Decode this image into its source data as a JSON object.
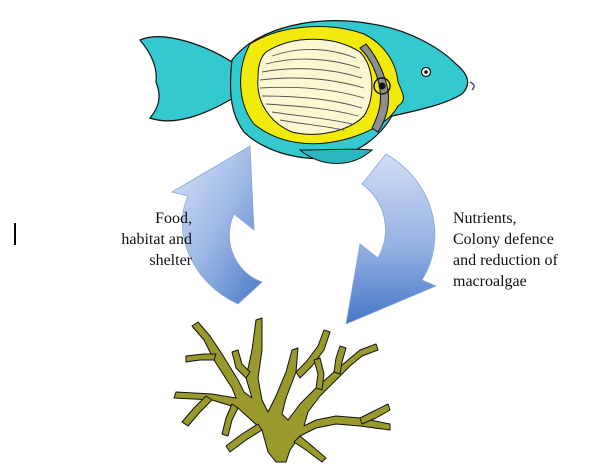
{
  "left_label": {
    "lines": [
      "Food,",
      "habitat and",
      "shelter"
    ]
  },
  "right_label": {
    "lines": [
      "Nutrients,",
      "Colony defence",
      "and reduction of",
      "macroalgae"
    ]
  },
  "colors": {
    "fish_body": "#33c9cf",
    "fish_yellow": "#f2ea0a",
    "fish_side_patch": "#fbf7d2",
    "fish_stripe": "#8a8a8a",
    "arrow_light": "#cfdcf4",
    "arrow_dark": "#4e7ec9",
    "coral": "#9a9a2c",
    "outline": "#111111"
  }
}
